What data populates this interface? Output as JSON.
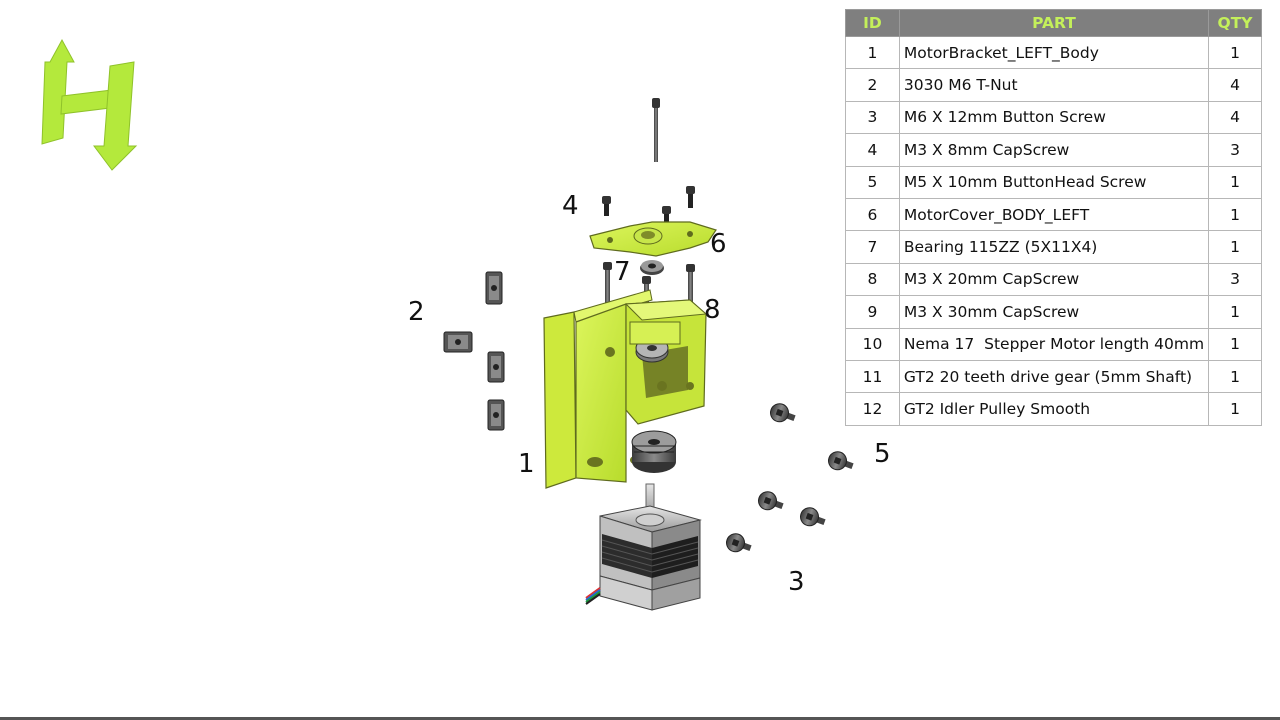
{
  "colors": {
    "brand_green": "#b4e93c",
    "part_green": "#cdee3c",
    "table_header_bg": "#7f7f7f",
    "table_header_text": "#c4f05a"
  },
  "logo": {
    "icon": "hevort-h-arrows-logo"
  },
  "diagram": {
    "callouts": {
      "c1": "1",
      "c2": "2",
      "c3": "3",
      "c4": "4",
      "c5": "5",
      "c6": "6",
      "c7": "7",
      "c8": "8"
    }
  },
  "bom": {
    "headers": {
      "id": "ID",
      "part": "PART",
      "qty": "QTY"
    },
    "rows": [
      {
        "id": "1",
        "part": "MotorBracket_LEFT_Body",
        "qty": "1"
      },
      {
        "id": "2",
        "part": "3030 M6 T-Nut",
        "qty": "4"
      },
      {
        "id": "3",
        "part": "M6 X 12mm Button Screw",
        "qty": "4"
      },
      {
        "id": "4",
        "part": "M3 X 8mm CapScrew",
        "qty": "3"
      },
      {
        "id": "5",
        "part": "M5 X 10mm ButtonHead Screw",
        "qty": "1"
      },
      {
        "id": "6",
        "part": "MotorCover_BODY_LEFT",
        "qty": "1"
      },
      {
        "id": "7",
        "part": "Bearing 115ZZ (5X11X4)",
        "qty": "1"
      },
      {
        "id": "8",
        "part": "M3 X 20mm CapScrew",
        "qty": "3"
      },
      {
        "id": "9",
        "part": "M3 X 30mm CapScrew",
        "qty": "1"
      },
      {
        "id": "10",
        "part": "Nema 17  Stepper Motor length 40mm",
        "qty": "1"
      },
      {
        "id": "11",
        "part": "GT2 20 teeth drive gear (5mm Shaft)",
        "qty": "1"
      },
      {
        "id": "12",
        "part": "GT2 Idler Pulley Smooth",
        "qty": "1"
      }
    ]
  }
}
